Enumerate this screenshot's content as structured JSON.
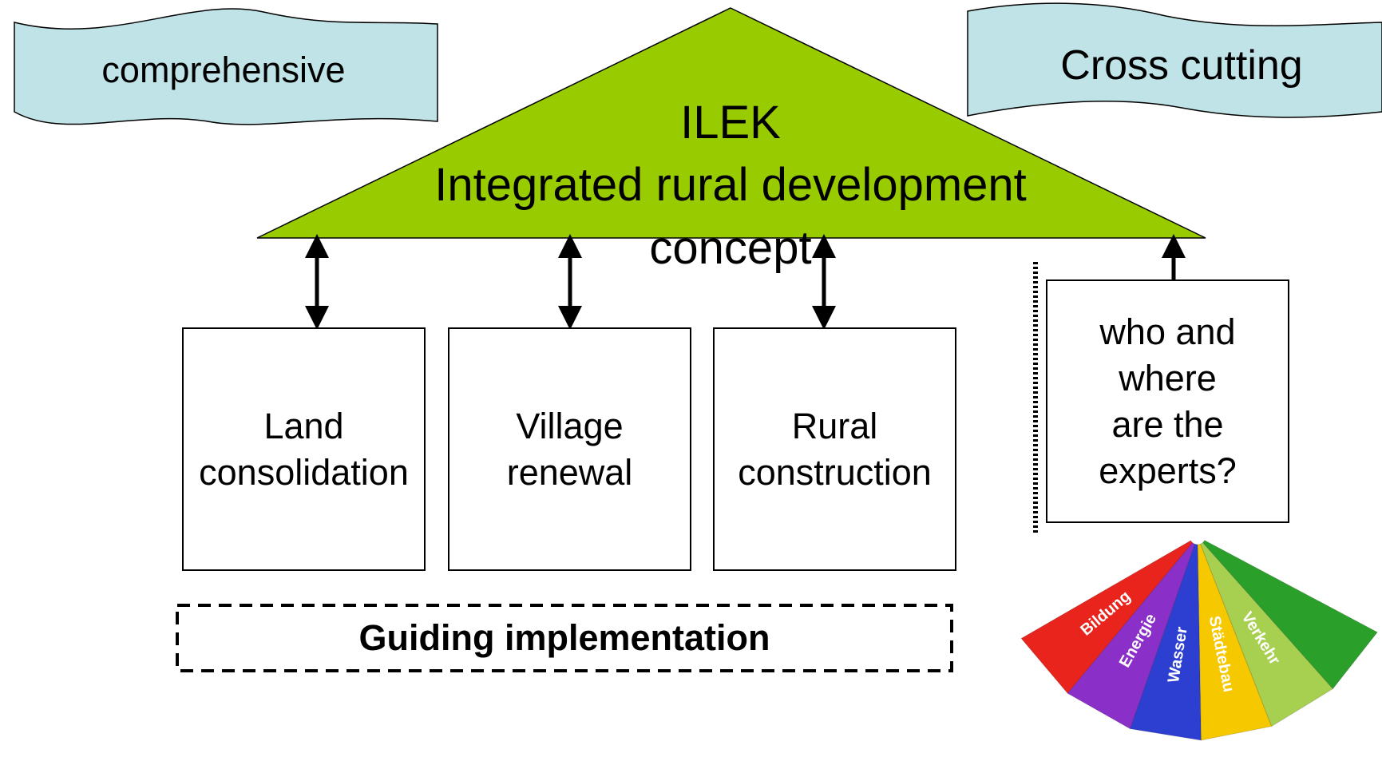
{
  "banners": {
    "left": "comprehensive",
    "right": "Cross cutting"
  },
  "roof": {
    "title": "ILEK",
    "subtitle_line1": "Integrated rural development",
    "subtitle_line2": "concept"
  },
  "pillars": [
    {
      "line1": "Land",
      "line2": "consolidation"
    },
    {
      "line1": "Village",
      "line2": "renewal"
    },
    {
      "line1": "Rural",
      "line2": "construction"
    }
  ],
  "experts_box": {
    "line1": "who and",
    "line2": "where",
    "line3": "are the",
    "line4": "experts?"
  },
  "guiding": "Guiding implementation",
  "fan": {
    "segments": [
      {
        "label": "Bildung",
        "color": "#e8241c"
      },
      {
        "label": "Energie",
        "color": "#8b2fc9"
      },
      {
        "label": "Wasser",
        "color": "#2d3fd0"
      },
      {
        "label": "Städtebau",
        "color": "#f5c800"
      },
      {
        "label": "Verkehr",
        "color": "#a8d050"
      },
      {
        "label": "",
        "color": "#2aa02a"
      }
    ]
  },
  "colors": {
    "banner_fill": "#bfe3e6",
    "roof_fill": "#99cc00"
  }
}
